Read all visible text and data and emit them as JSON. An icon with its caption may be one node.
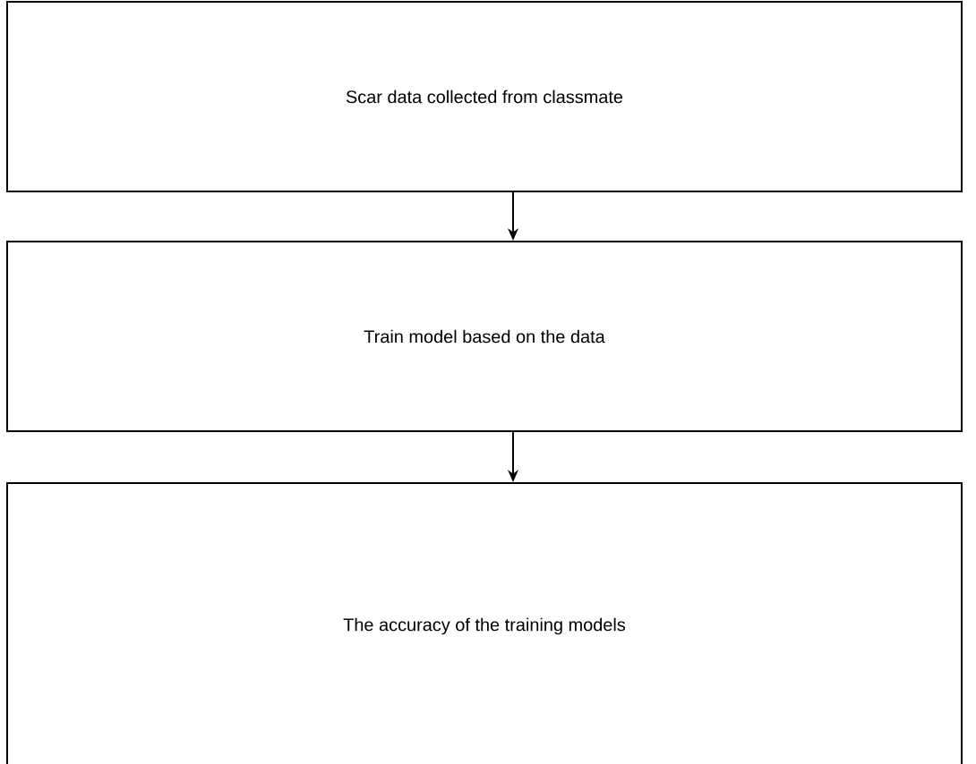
{
  "diagram": {
    "nodes": [
      {
        "text": [
          "Scar data collected from classmate"
        ]
      },
      {
        "text": [
          "Train model based on the data"
        ]
      },
      {
        "text": [
          "The accuracy of the training models"
        ]
      }
    ],
    "edges": [
      {
        "from": 0,
        "to": 1,
        "arrow": "to"
      },
      {
        "from": 1,
        "to": 2,
        "arrow": "to"
      }
    ]
  }
}
